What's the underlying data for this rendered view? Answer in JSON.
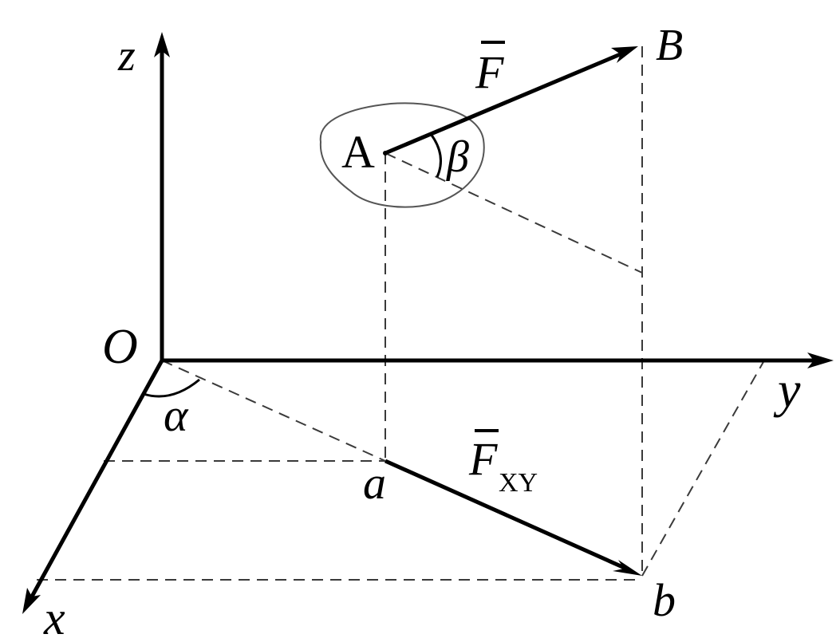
{
  "labels": {
    "z_axis": "z",
    "y_axis": "y",
    "x_axis": "x",
    "origin": "O",
    "point_A": "A",
    "point_B": "B",
    "point_a": "a",
    "point_b": "b",
    "force": "F",
    "force_proj": "F",
    "force_proj_sub": "XY",
    "angle_alpha": "α",
    "angle_beta": "β"
  }
}
